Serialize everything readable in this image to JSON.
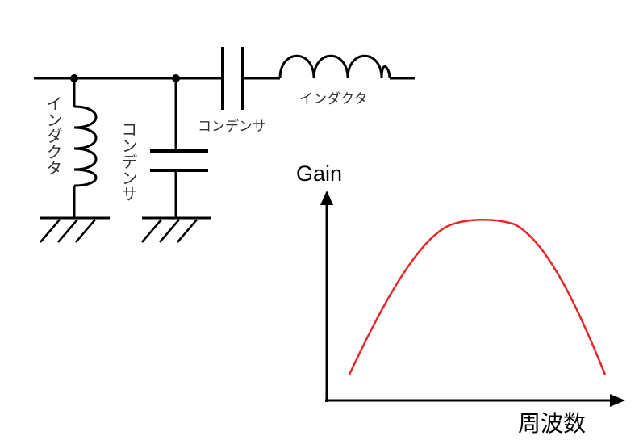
{
  "circuit": {
    "labels": {
      "shunt_inductor": "インダクタ",
      "shunt_capacitor": "コンデンサ",
      "series_capacitor": "コンデンサ",
      "series_inductor": "インダクタ"
    }
  },
  "graph": {
    "y_axis_label": "Gain",
    "x_axis_label": "周波数",
    "curve_color": "#e8272a",
    "axis_color": "#000000"
  }
}
